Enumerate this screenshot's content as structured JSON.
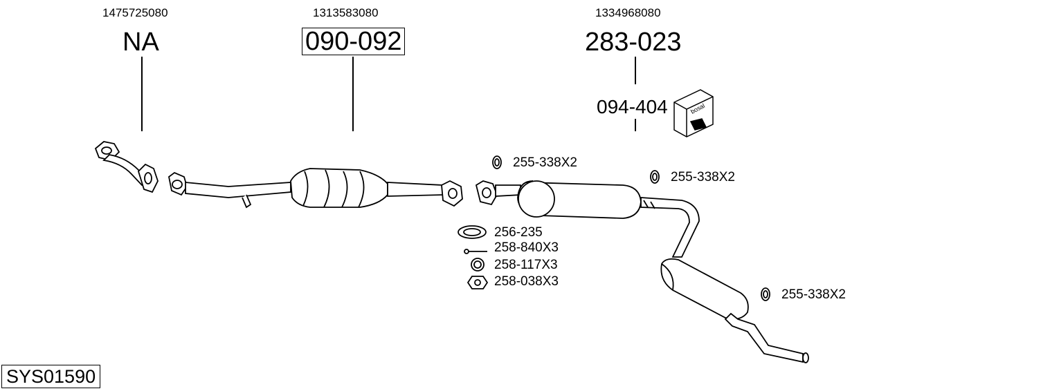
{
  "oem_numbers": {
    "left": "1475725080",
    "center": "1313583080",
    "right": "1334968080"
  },
  "main_parts": {
    "front_pipe": "NA",
    "catalyst": "090-092",
    "muffler": "283-023",
    "mounting_kit": "094-404"
  },
  "small_parts": {
    "rubber_a": "255-338X2",
    "rubber_b": "255-338X2",
    "rubber_c": "255-338X2",
    "gasket": "256-235",
    "bolt": "258-840X3",
    "ring": "258-117X3",
    "nut": "258-038X3"
  },
  "kit_brand": "bosal",
  "system_code": "SYS01590"
}
